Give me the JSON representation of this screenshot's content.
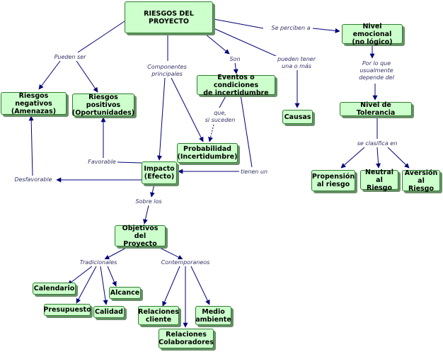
{
  "diagram": {
    "nodes": {
      "riesgos": "RIESGOS DEL PROYECTO",
      "nivel_emocional": "Nivel emocional\n(no lógico)",
      "riesgos_negativos": "Riesgos negativos\n(Amenazas)",
      "riesgos_positivos": "Riesgos positivos\n(Oportunidades)",
      "eventos": "Eventos o condiciones\nde incertidumbre",
      "causas": "Causas",
      "nivel_tolerancia": "Nivel de Tolerancia",
      "probabilidad": "Probabilidad\n(Incertidumbre)",
      "impacto": "Impacto\n(Efecto)",
      "propension": "Propensión\nal riesgo",
      "neutral": "Neutral\nal Riesgo",
      "aversion": "Aversión\nal Riesgo",
      "objetivos": "Objetivos\ndel Proyecto",
      "calendario": "Calendario",
      "alcance": "Alcance",
      "presupuesto": "Presupuesto",
      "calidad": "Calidad",
      "relaciones_cliente": "Relaciones\ncliente",
      "medio_ambiente": "Medio\nambiente",
      "relaciones_colaboradores": "Relaciones\nColaboradores"
    },
    "labels": {
      "se_perciben": "Se perciben a",
      "pueden_ser": "Pueden ser",
      "componentes": "Componentes\nprincipales",
      "son": "Son",
      "pueden_tener": "pueden tener\nuna o más",
      "por_lo_que": "Por lo que\nusualmente\ndepende del",
      "que_si": "que,\nsi suceden",
      "se_clasifica": "se clasifica en",
      "favorable": "Favorable",
      "tienen_un": "tienen un",
      "desfavorable": "Desfavorable",
      "sobre_los": "Sobre los",
      "tradicionales": "Tradicionales",
      "contemporaneos": "Contemporaneos"
    }
  }
}
